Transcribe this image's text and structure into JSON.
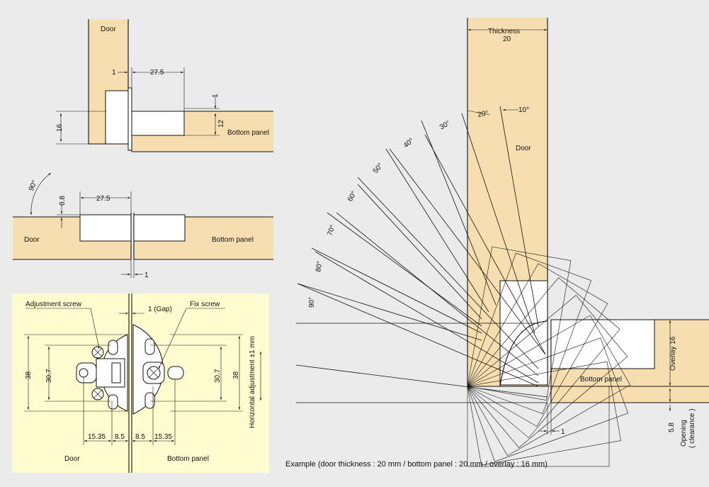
{
  "diagram_a": {
    "door": "Door",
    "bottom_panel": "Bottom panel",
    "dim_gap": "1",
    "dim_cup": "27.5",
    "dim_top": "1",
    "dim_16": "16",
    "dim_12": "12"
  },
  "diagram_b": {
    "angle": "90°",
    "dim_08": "0.8",
    "dim_cup": "27.5",
    "door": "Door",
    "bottom_panel": "Bottom panel",
    "dim_gap": "1"
  },
  "diagram_c": {
    "adjustment_screw": "Adjustment screw",
    "gap": "1 (Gap)",
    "fix_screw": "Fix screw",
    "horizontal_adjustment": "Horizontal adjustment ±1 mm",
    "dim_38_left": "38",
    "dim_307_left": "30.7",
    "dim_307_right": "30.7",
    "dim_38_right": "38",
    "dim_1535_left": "15.35",
    "dim_85_left": "8.5",
    "dim_85_right": "8.5",
    "dim_1535_right": "15.35",
    "door": "Door",
    "bottom_panel": "Bottom panel"
  },
  "diagram_d": {
    "thickness_label": "Thickness",
    "thickness_value": "20",
    "door": "Door",
    "bottom_panel": "Bottom panel",
    "overlay": "Overlay 16",
    "opening_value": "5.8",
    "opening_label": "Opening",
    "clearance_label": "( clearance )",
    "dim_gap": "1",
    "angles": [
      "10°",
      "20°",
      "30°",
      "40°",
      "50°",
      "60°",
      "70°",
      "80°",
      "90°"
    ]
  },
  "caption": "Example (door thickness : 20 mm / bottom panel   : 20 mm / overlay : 16 mm)"
}
